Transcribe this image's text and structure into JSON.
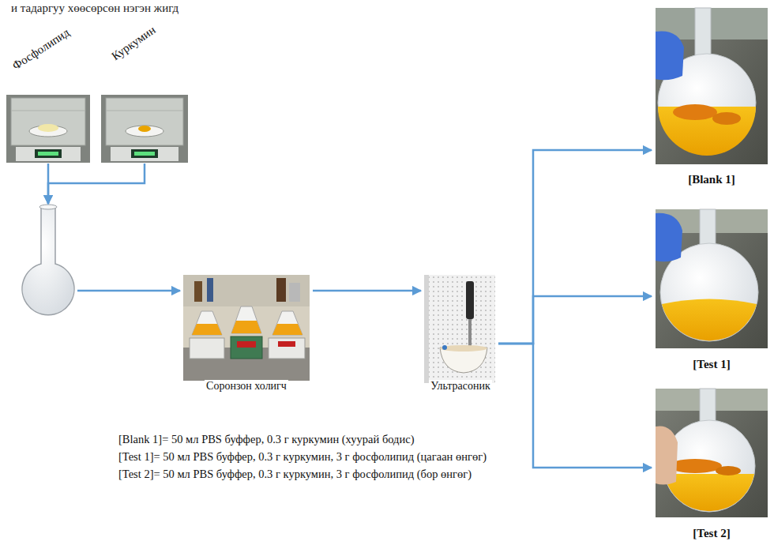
{
  "diagram": {
    "nodes": [
      {
        "text": [
          "Фосфолипид"
        ]
      },
      {
        "text": [
          "Куркумин"
        ]
      },
      {
        "text": []
      },
      {
        "text": [
          "Соронзон холигч"
        ]
      },
      {
        "text": [
          "Ультрасоник"
        ]
      },
      {
        "text": [
          "[Blank 1]"
        ]
      },
      {
        "text": [
          "[Test 1]"
        ]
      },
      {
        "text": [
          "[Test 2]"
        ]
      }
    ],
    "edges": [
      {
        "from": 0,
        "to": 2,
        "arrow": "to"
      },
      {
        "from": 1,
        "to": 2,
        "arrow": "to"
      },
      {
        "from": 2,
        "to": 3,
        "arrow": "to"
      },
      {
        "from": 3,
        "to": 4,
        "arrow": "to"
      },
      {
        "from": 4,
        "to": 5,
        "arrow": "to"
      },
      {
        "from": 4,
        "to": 6,
        "arrow": "to"
      },
      {
        "from": 4,
        "to": 7,
        "arrow": "to"
      }
    ],
    "labels": [
      "и тадаргуу хөөсөрсөн нэгэн жигд",
      "[Blank 1]= 50 мл PBS буффер, 0.3 г куркумин (хуурай бодис)",
      "[Test 1]= 50 мл PBS буффер, 0.3 г куркумин, 3 г фосфолипид (цагаан өнгөг)",
      "[Test 2]= 50 мл PBS буффер, 0.3 г куркумин, 3 г фосфолипид (бор өнгөг)"
    ]
  }
}
